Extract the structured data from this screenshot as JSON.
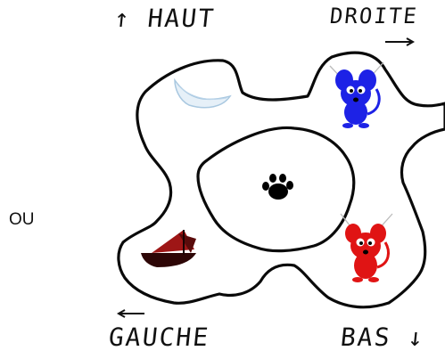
{
  "side_label": "OU",
  "directions": {
    "up": "HAUT",
    "right": "DROITE",
    "left": "GAUCHE",
    "down": "BAS"
  },
  "colors": {
    "outline": "#0a0a0a",
    "blue_mouse": "#1d22e6",
    "red_mouse": "#e01414",
    "boat": "#3a0707",
    "boat_sail": "#9e1616",
    "hammock": "#cfe2f2"
  },
  "icons": [
    "paw-print-icon",
    "blue-mouse-icon",
    "red-mouse-icon",
    "boat-icon",
    "hammock-icon"
  ]
}
